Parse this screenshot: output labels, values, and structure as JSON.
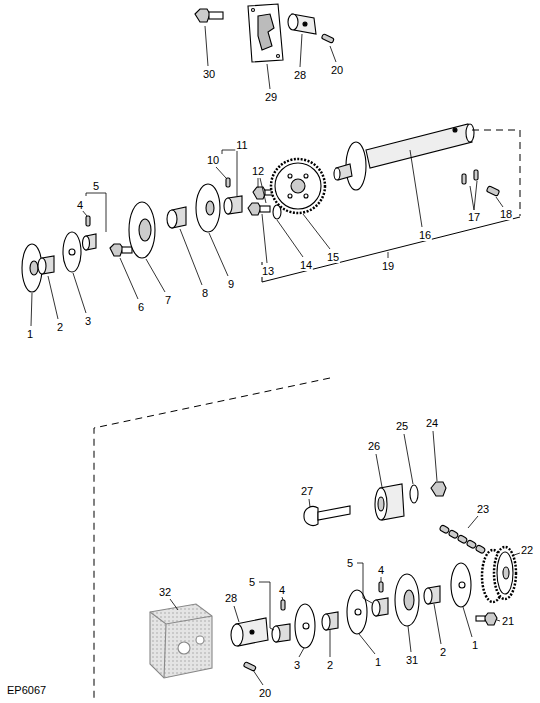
{
  "diagram": {
    "labels": [
      "30",
      "29",
      "28",
      "20",
      "5",
      "4",
      "11",
      "10",
      "12",
      "1",
      "2",
      "3",
      "6",
      "7",
      "8",
      "9",
      "13",
      "14",
      "15",
      "16",
      "17",
      "18",
      "19",
      "25",
      "24",
      "26",
      "27",
      "23",
      "22",
      "5",
      "4",
      "21",
      "32",
      "5",
      "4",
      "28",
      "3",
      "2",
      "1",
      "31",
      "2",
      "1",
      "20",
      "EP6067"
    ]
  }
}
